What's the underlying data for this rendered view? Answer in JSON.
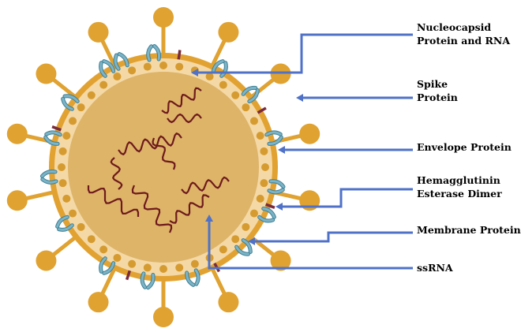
{
  "colors": {
    "virion_core": "#deb469",
    "membrane": "#e2a231",
    "spike": "#e0a230",
    "dot": "#d69b30",
    "rna": "#6e1a1c",
    "protein": "#7cb4c6",
    "protein_outline": "#3f7f95",
    "marker": "#7a2b3b",
    "pointer": "#4f72c8"
  },
  "icons": {
    "virion": "virus-particle-illustration",
    "pointer": "arrow-line"
  },
  "labels": [
    {
      "id": "nucleocapsid",
      "lines": [
        "Nucleocapsid",
        "Protein and RNA"
      ]
    },
    {
      "id": "spike",
      "lines": [
        "Spike",
        "Protein"
      ]
    },
    {
      "id": "envelope",
      "lines": [
        "Envelope Protein"
      ]
    },
    {
      "id": "hemagglutinin",
      "lines": [
        "Hemagglutinin",
        "Esterase Dimer"
      ]
    },
    {
      "id": "membrane",
      "lines": [
        "Membrane Protein"
      ]
    },
    {
      "id": "ssrna",
      "lines": [
        "ssRNA"
      ]
    }
  ]
}
